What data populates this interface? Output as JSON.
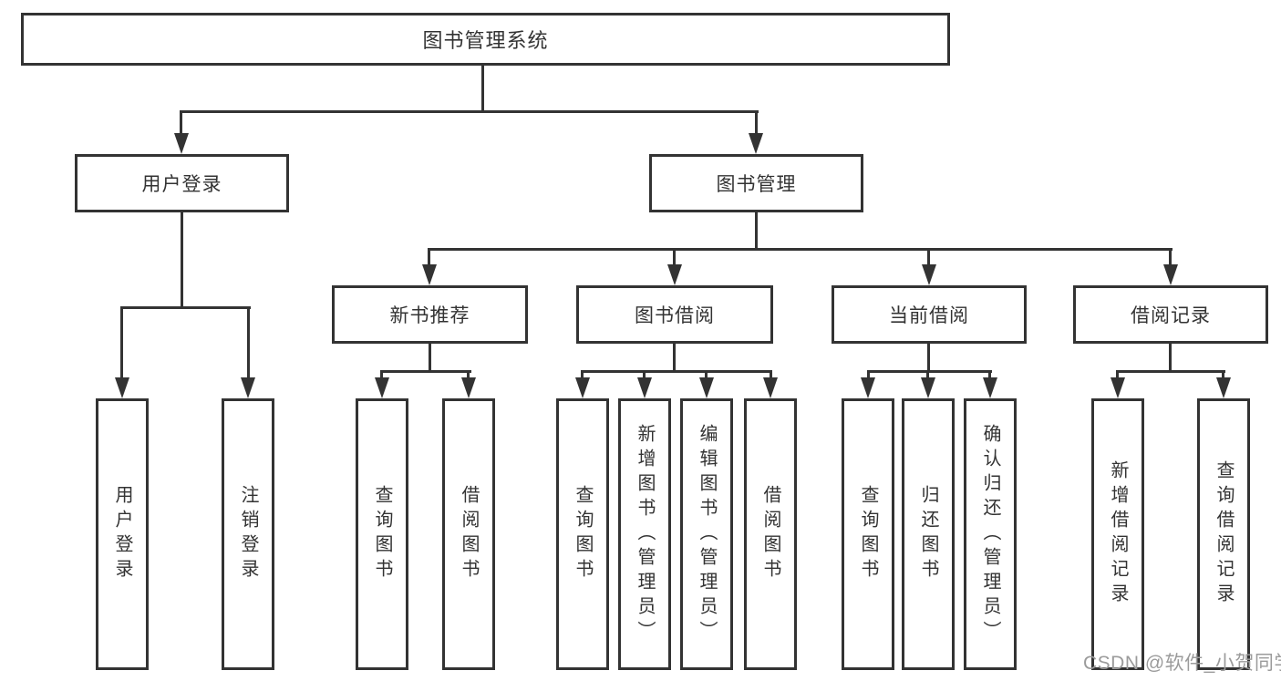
{
  "diagram_type": "feature-tree",
  "watermark": "CSDN @软件_小贺同学",
  "colors": {
    "line": "#333333",
    "box_border": "#333333",
    "text": "#333333",
    "watermark": "#9b9b9b",
    "background": "#ffffff"
  },
  "nodes": {
    "system": "图书管理系统",
    "user_login": "用户登录",
    "book_management": "图书管理",
    "new_book_recommend": "新书推荐",
    "book_borrow": "图书借阅",
    "current_borrow": "当前借阅",
    "borrow_record": "借阅记录",
    "user_login_leaf": "用户登录",
    "logout_leaf": "注销登录",
    "query_book_rec": "查询图书",
    "borrow_book_rec": "借阅图书",
    "query_book_borrow": "查询图书",
    "add_book_admin": "新增图书（管理员）",
    "edit_book_admin": "编辑图书（管理员）",
    "borrow_book_borrow": "借阅图书",
    "query_book_current": "查询图书",
    "return_book": "归还图书",
    "confirm_return_admin": "确认归还（管理员）",
    "add_borrow_record": "新增借阅记录",
    "query_borrow_record": "查询借阅记录"
  },
  "structure": {
    "root": "system",
    "children_of_system": [
      "user_login",
      "book_management"
    ],
    "children_of_user_login": [
      "user_login_leaf",
      "logout_leaf"
    ],
    "children_of_book_management": [
      "new_book_recommend",
      "book_borrow",
      "current_borrow",
      "borrow_record"
    ],
    "children_of_new_book_recommend": [
      "query_book_rec",
      "borrow_book_rec"
    ],
    "children_of_book_borrow": [
      "query_book_borrow",
      "add_book_admin",
      "edit_book_admin",
      "borrow_book_borrow"
    ],
    "children_of_current_borrow": [
      "query_book_current",
      "return_book",
      "confirm_return_admin"
    ],
    "children_of_borrow_record": [
      "add_borrow_record",
      "query_borrow_record"
    ]
  }
}
